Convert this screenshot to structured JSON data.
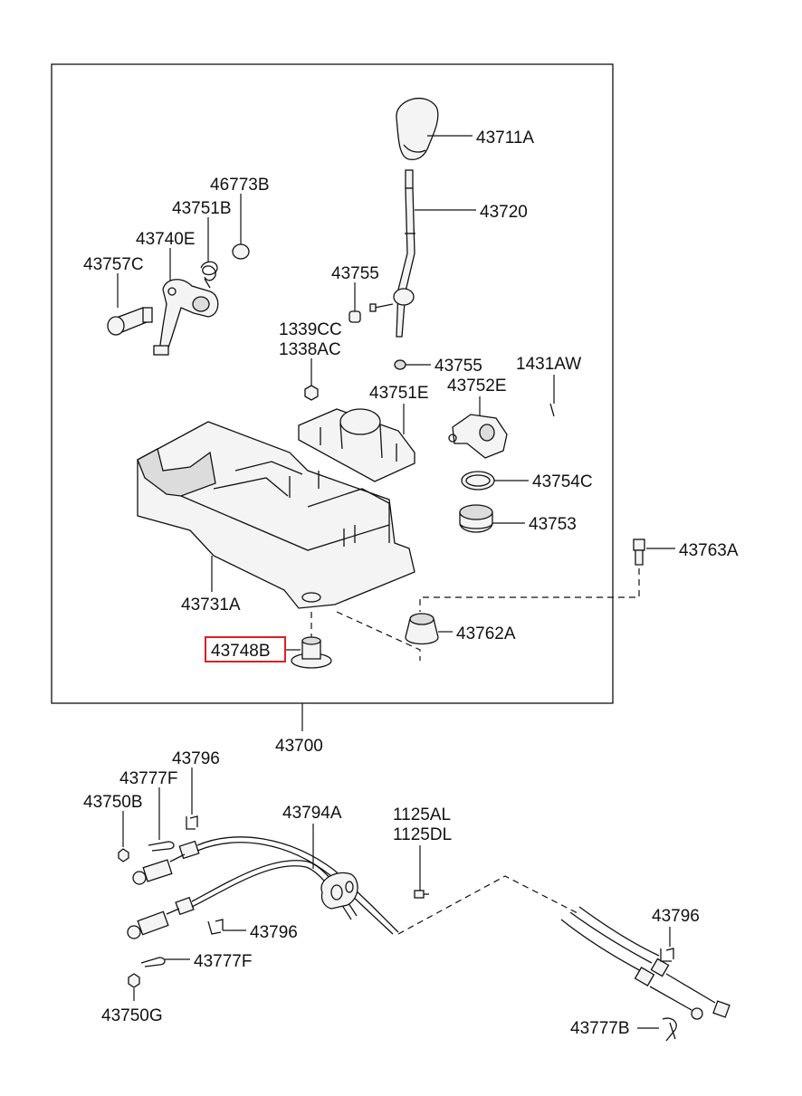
{
  "labels": {
    "p43711A": "43711A",
    "p43720": "43720",
    "p46773B": "46773B",
    "p43751B": "43751B",
    "p43740E": "43740E",
    "p43757C": "43757C",
    "p43755a": "43755",
    "p1339CC": "1339CC",
    "p1338AC": "1338AC",
    "p43755b": "43755",
    "p1431AW": "1431AW",
    "p43751E": "43751E",
    "p43752E": "43752E",
    "p43754C": "43754C",
    "p43753": "43753",
    "p43763A": "43763A",
    "p43731A": "43731A",
    "p43762A": "43762A",
    "p43748B": "43748B",
    "p43700": "43700",
    "p43796a": "43796",
    "p43777Fa": "43777F",
    "p43750B": "43750B",
    "p43794A": "43794A",
    "p1125AL": "1125AL",
    "p1125DL": "1125DL",
    "p43796b": "43796",
    "p43777Fb": "43777F",
    "p43750G": "43750G",
    "p43796c": "43796",
    "p43777B": "43777B"
  },
  "highlight": {
    "part": "43748B",
    "color": "#e02020"
  }
}
